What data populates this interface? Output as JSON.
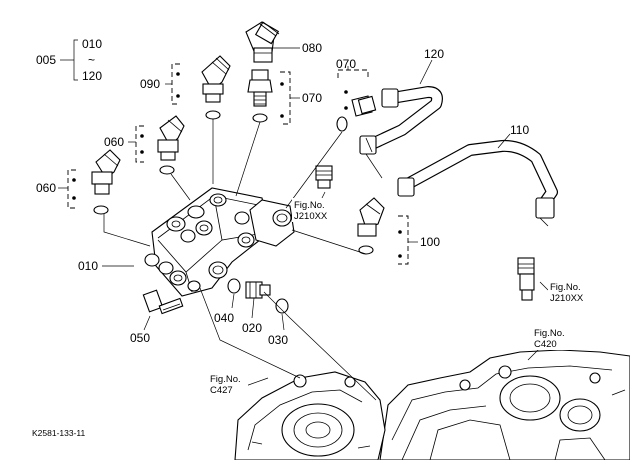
{
  "diagram": {
    "part_labels": {
      "p005": "005",
      "p010_range_start": "010",
      "range_tilde": "~",
      "p120_range_end": "120",
      "p080": "080",
      "p090": "090",
      "p070_left": "070",
      "p070_top": "070",
      "p120": "120",
      "p060_upper": "060",
      "p060_lower": "060",
      "p110": "110",
      "p100": "100",
      "p010": "010",
      "p040": "040",
      "p020": "020",
      "p030": "030",
      "p050": "050"
    },
    "figure_refs": {
      "j210_left_title": "Fig.No.",
      "j210_left_code": "J210XX",
      "j210_right_title": "Fig.No.",
      "j210_right_code": "J210XX",
      "c420_title": "Fig.No.",
      "c420_code": "C420",
      "c427_title": "Fig.No.",
      "c427_code": "C427"
    },
    "drawing_code": "K2581-133-11"
  }
}
